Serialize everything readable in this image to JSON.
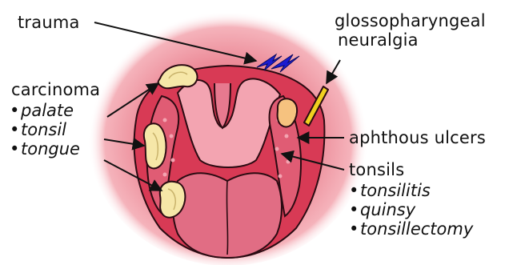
{
  "labels": {
    "trauma": "trauma",
    "glossopharyngeal_line1": "glossopharyngeal",
    "glossopharyngeal_line2": "neuralgia",
    "carcinoma": "carcinoma",
    "aphthous_ulcers": "aphthous ulcers",
    "tonsils": "tonsils"
  },
  "carcinoma_sites": [
    {
      "label": "palate"
    },
    {
      "label": "tonsil"
    },
    {
      "label": "tongue"
    }
  ],
  "tonsil_conditions": [
    {
      "label": "tonsilitis"
    },
    {
      "label": "quinsy"
    },
    {
      "label": "tonsillectomy"
    }
  ],
  "bullet": "•",
  "colors": {
    "background_glow": "#f2a3ad",
    "mouth_interior": "#c72742",
    "tissue_pink": "#df5e75",
    "lesion_cream": "#f6e7a8",
    "ulcer_orange": "#f6c27f",
    "trauma_blue": "#1b1bd0",
    "nerve_yellow": "#f0d020"
  }
}
